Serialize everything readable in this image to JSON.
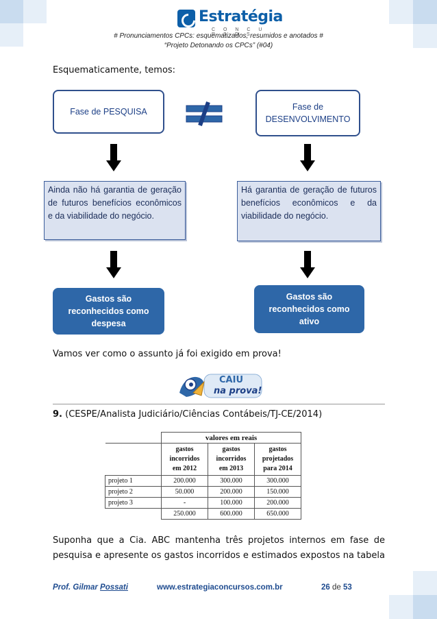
{
  "header": {
    "brand_name": "Estratégia",
    "brand_sub": "C O N C U R S O S",
    "line1": "# Pronunciamentos CPCs: esquematizados, resumidos e anotados #",
    "line2": "“Projeto Detonando os CPCs” (#04)"
  },
  "intro": "Esquematicamente, temos:",
  "diagram": {
    "left_phase": "Fase de PESQUISA",
    "right_phase_line1": "Fase de",
    "right_phase_line2": "DESENVOLVIMENTO",
    "left_info": "Ainda não há garantia de geração de futuros benefícios econômicos e da viabilidade do negócio.",
    "right_info": "Há garantia de geração de futuros benefícios econômicos e da viabilidade do negócio.",
    "left_result_line1": "Gastos são",
    "left_result_line2": "reconhecidos como",
    "left_result_line3": "despesa",
    "right_result_line1": "Gastos são",
    "right_result_line2": "reconhecidos como",
    "right_result_line3": "ativo"
  },
  "transition": "Vamos ver como o assunto já foi exigido em prova!",
  "badge": {
    "line1": "CAIU",
    "line2": "na prova!"
  },
  "question": {
    "number": "9.",
    "source": "(CESPE/Analista Judiciário/Ciências Contábeis/TJ-CE/2014)"
  },
  "table": {
    "group_header": "valores em reais",
    "columns": [
      [
        "gastos",
        "incorridos",
        "em 2012"
      ],
      [
        "gastos",
        "incorridos",
        "em 2013"
      ],
      [
        "gastos",
        "projetados",
        "para 2014"
      ]
    ],
    "rows": [
      {
        "label": "projeto 1",
        "values": [
          "200.000",
          "300.000",
          "300.000"
        ]
      },
      {
        "label": "projeto 2",
        "values": [
          "50.000",
          "200.000",
          "150.000"
        ]
      },
      {
        "label": "projeto 3",
        "values": [
          "-",
          "100.000",
          "200.000"
        ]
      },
      {
        "label": "",
        "values": [
          "250.000",
          "600.000",
          "650.000"
        ]
      }
    ]
  },
  "paragraph_line1": "Suponha que a Cia. ABC mantenha três projetos internos em fase de",
  "paragraph_line2": "pesquisa e apresente os gastos incorridos e estimados expostos na tabela",
  "footer": {
    "author_prefix": "Prof. Gilmar ",
    "author_last": "Possati",
    "site": "www.estrategiaconcursos.com.br",
    "page": "26",
    "of": "de",
    "total": "53"
  }
}
